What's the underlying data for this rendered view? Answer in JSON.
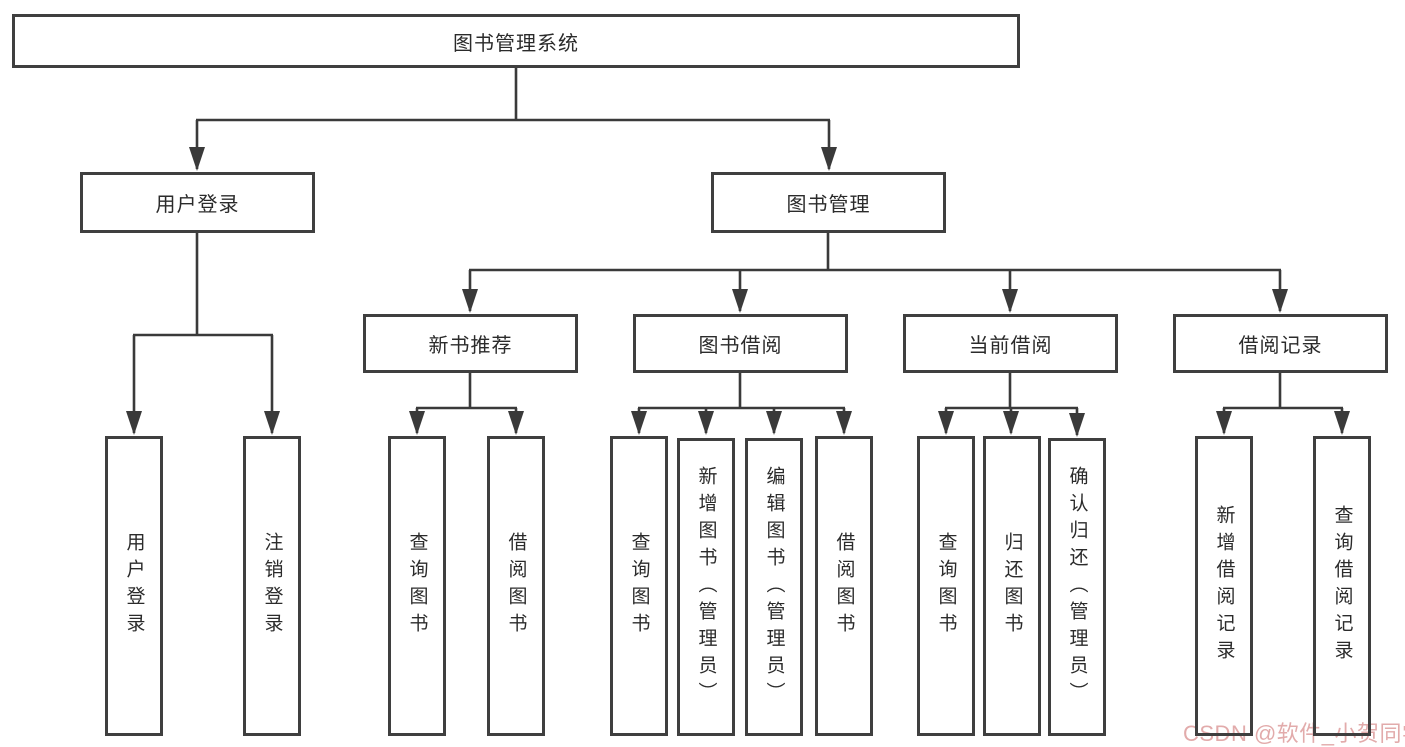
{
  "colors": {
    "line": "#3a3a3a",
    "box_border": "#3f3f3f",
    "text": "#2b2b2b",
    "background": "#ffffff",
    "watermark": "#e2abab"
  },
  "tree": {
    "root": {
      "label": "图书管理系统",
      "children": [
        {
          "label": "用户登录",
          "children": [
            {
              "label": "用户登录"
            },
            {
              "label": "注销登录"
            }
          ]
        },
        {
          "label": "图书管理",
          "children": [
            {
              "label": "新书推荐",
              "children": [
                {
                  "label": "查询图书"
                },
                {
                  "label": "借阅图书"
                }
              ]
            },
            {
              "label": "图书借阅",
              "children": [
                {
                  "label": "查询图书"
                },
                {
                  "label": "新增图书（管理员）"
                },
                {
                  "label": "编辑图书（管理员）"
                },
                {
                  "label": "借阅图书"
                }
              ]
            },
            {
              "label": "当前借阅",
              "children": [
                {
                  "label": "查询图书"
                },
                {
                  "label": "归还图书"
                },
                {
                  "label": "确认归还（管理员）"
                }
              ]
            },
            {
              "label": "借阅记录",
              "children": [
                {
                  "label": "新增借阅记录"
                },
                {
                  "label": "查询借阅记录"
                }
              ]
            }
          ]
        }
      ]
    }
  },
  "watermark": {
    "text": "CSDN @软件_小贺同学"
  }
}
